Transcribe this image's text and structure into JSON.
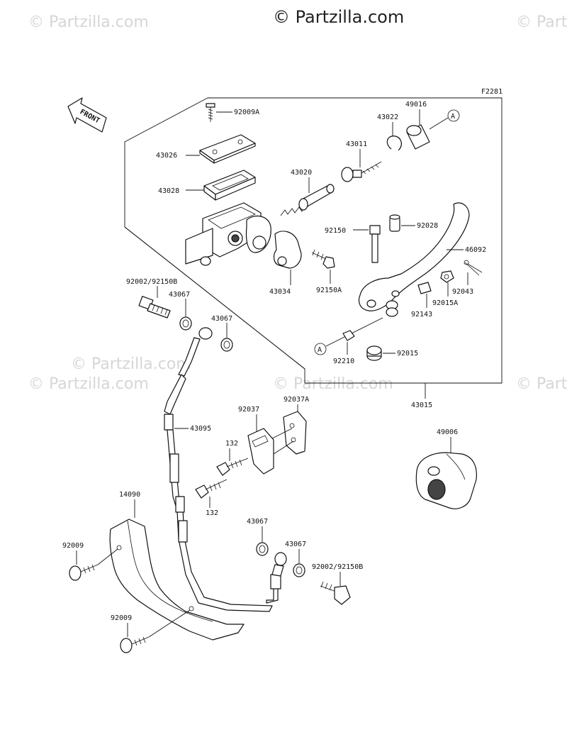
{
  "watermark": {
    "top": "© Partzilla.com",
    "repeat": "© Partzilla.com"
  },
  "figure_code": "F2281",
  "front_label": "FRONT",
  "ref_marker": "A",
  "parts": {
    "p92009A": "92009A",
    "p49016": "49016",
    "p43022": "43022",
    "p43026": "43026",
    "p43011": "43011",
    "p43020": "43020",
    "p43028": "43028",
    "p92150": "92150",
    "p92028": "92028",
    "p46092": "46092",
    "p92002_92150B_top": "92002/92150B",
    "p43067_a": "43067",
    "p43034": "43034",
    "p92150A": "92150A",
    "p92043": "92043",
    "p92015A": "92015A",
    "p92143": "92143",
    "p43067_b": "43067",
    "p92210": "92210",
    "p92015": "92015",
    "p43015": "43015",
    "p92037": "92037",
    "p92037A": "92037A",
    "p43095": "43095",
    "p132_a": "132",
    "p132_b": "132",
    "p49006": "49006",
    "p14090": "14090",
    "p92009_a": "92009",
    "p43067_c": "43067",
    "p43067_d": "43067",
    "p92002_92150B_bot": "92002/92150B",
    "p92009_b": "92009"
  }
}
